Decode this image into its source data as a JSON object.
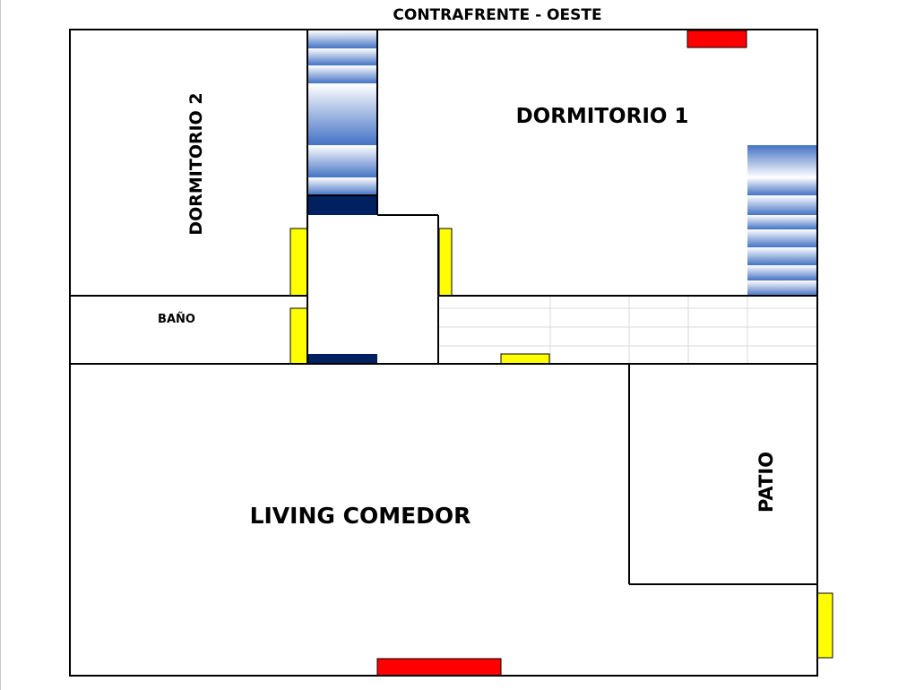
{
  "plan": {
    "title": "CONTRAFRENTE - OESTE",
    "rooms": {
      "dormitorio_1": "DORMITORIO 1",
      "dormitorio_2": "DORMITORIO 2",
      "bano": "BAÑO",
      "living_comedor": "LIVING COMEDOR",
      "patio": "PATIO"
    },
    "colors": {
      "door": "#ffff00",
      "window": "#ff0000",
      "closet_dark": "#002060",
      "closet_light": "#ffffff",
      "closet_mid": "#4472c4",
      "wall": "#000000"
    }
  }
}
